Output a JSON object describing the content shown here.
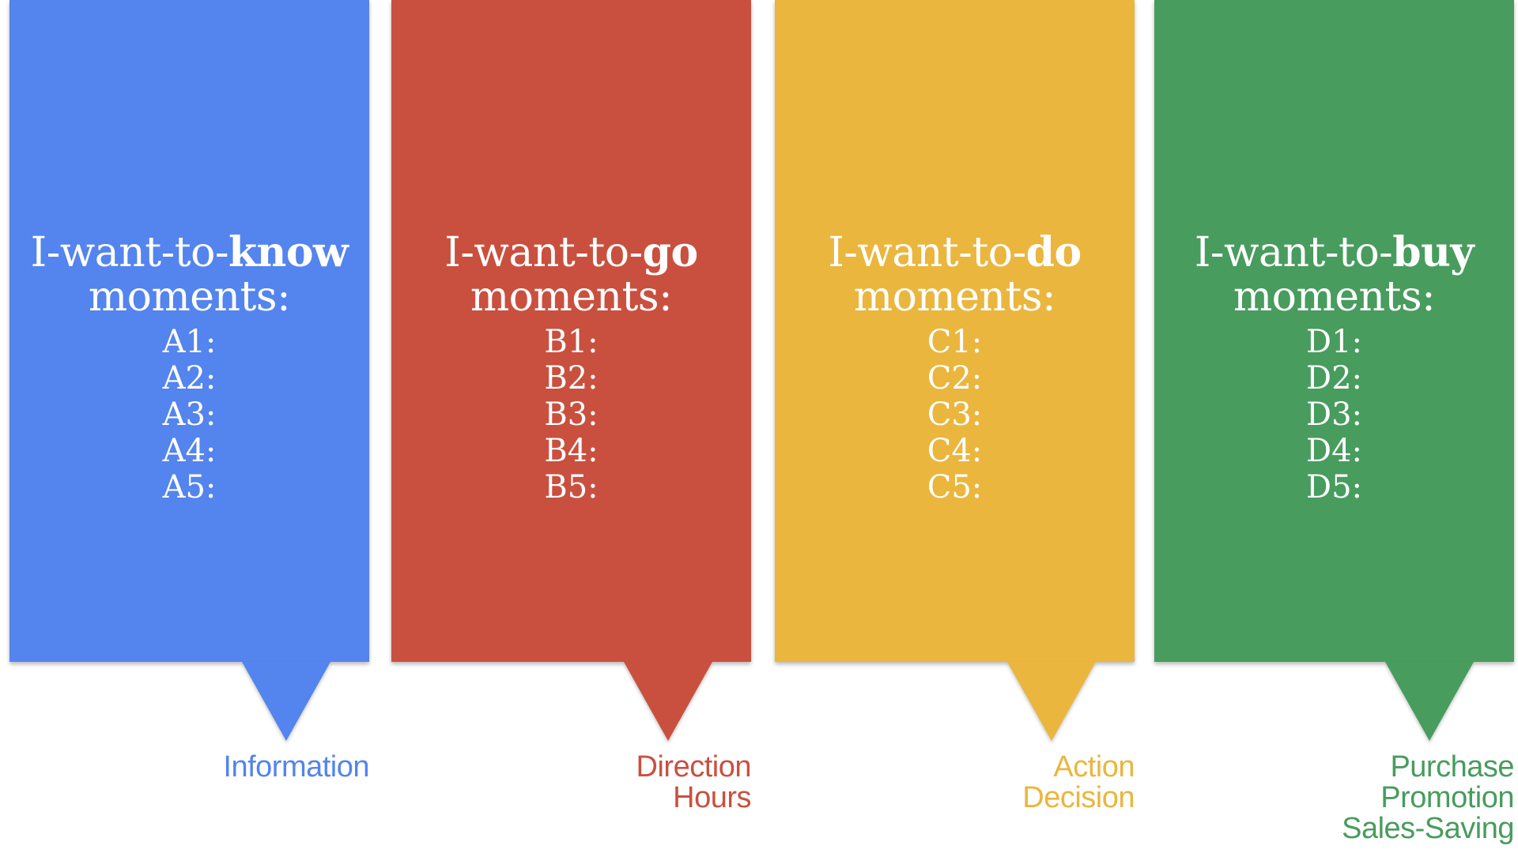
{
  "columns": [
    {
      "prefix": "I-want-to-",
      "keyword": "know",
      "suffix": "moments:",
      "items": [
        "A1:",
        "A2:",
        "A3:",
        "A4:",
        "A5:"
      ],
      "captions": [
        "Information"
      ],
      "color": "#5484ED"
    },
    {
      "prefix": "I-want-to-",
      "keyword": "go",
      "suffix": "moments:",
      "items": [
        "B1:",
        "B2:",
        "B3:",
        "B4:",
        "B5:"
      ],
      "captions": [
        "Direction",
        "Hours"
      ],
      "color": "#C9503F"
    },
    {
      "prefix": "I-want-to-",
      "keyword": "do",
      "suffix": "moments:",
      "items": [
        "C1:",
        "C2:",
        "C3:",
        "C4:",
        "C5:"
      ],
      "captions": [
        "Action",
        "Decision"
      ],
      "color": "#EAB63E"
    },
    {
      "prefix": "I-want-to-",
      "keyword": "buy",
      "suffix": "moments:",
      "items": [
        "D1:",
        "D2:",
        "D3:",
        "D4:",
        "D5:"
      ],
      "captions": [
        "Purchase",
        "Promotion",
        "Sales-Saving"
      ],
      "color": "#489C5E"
    }
  ]
}
